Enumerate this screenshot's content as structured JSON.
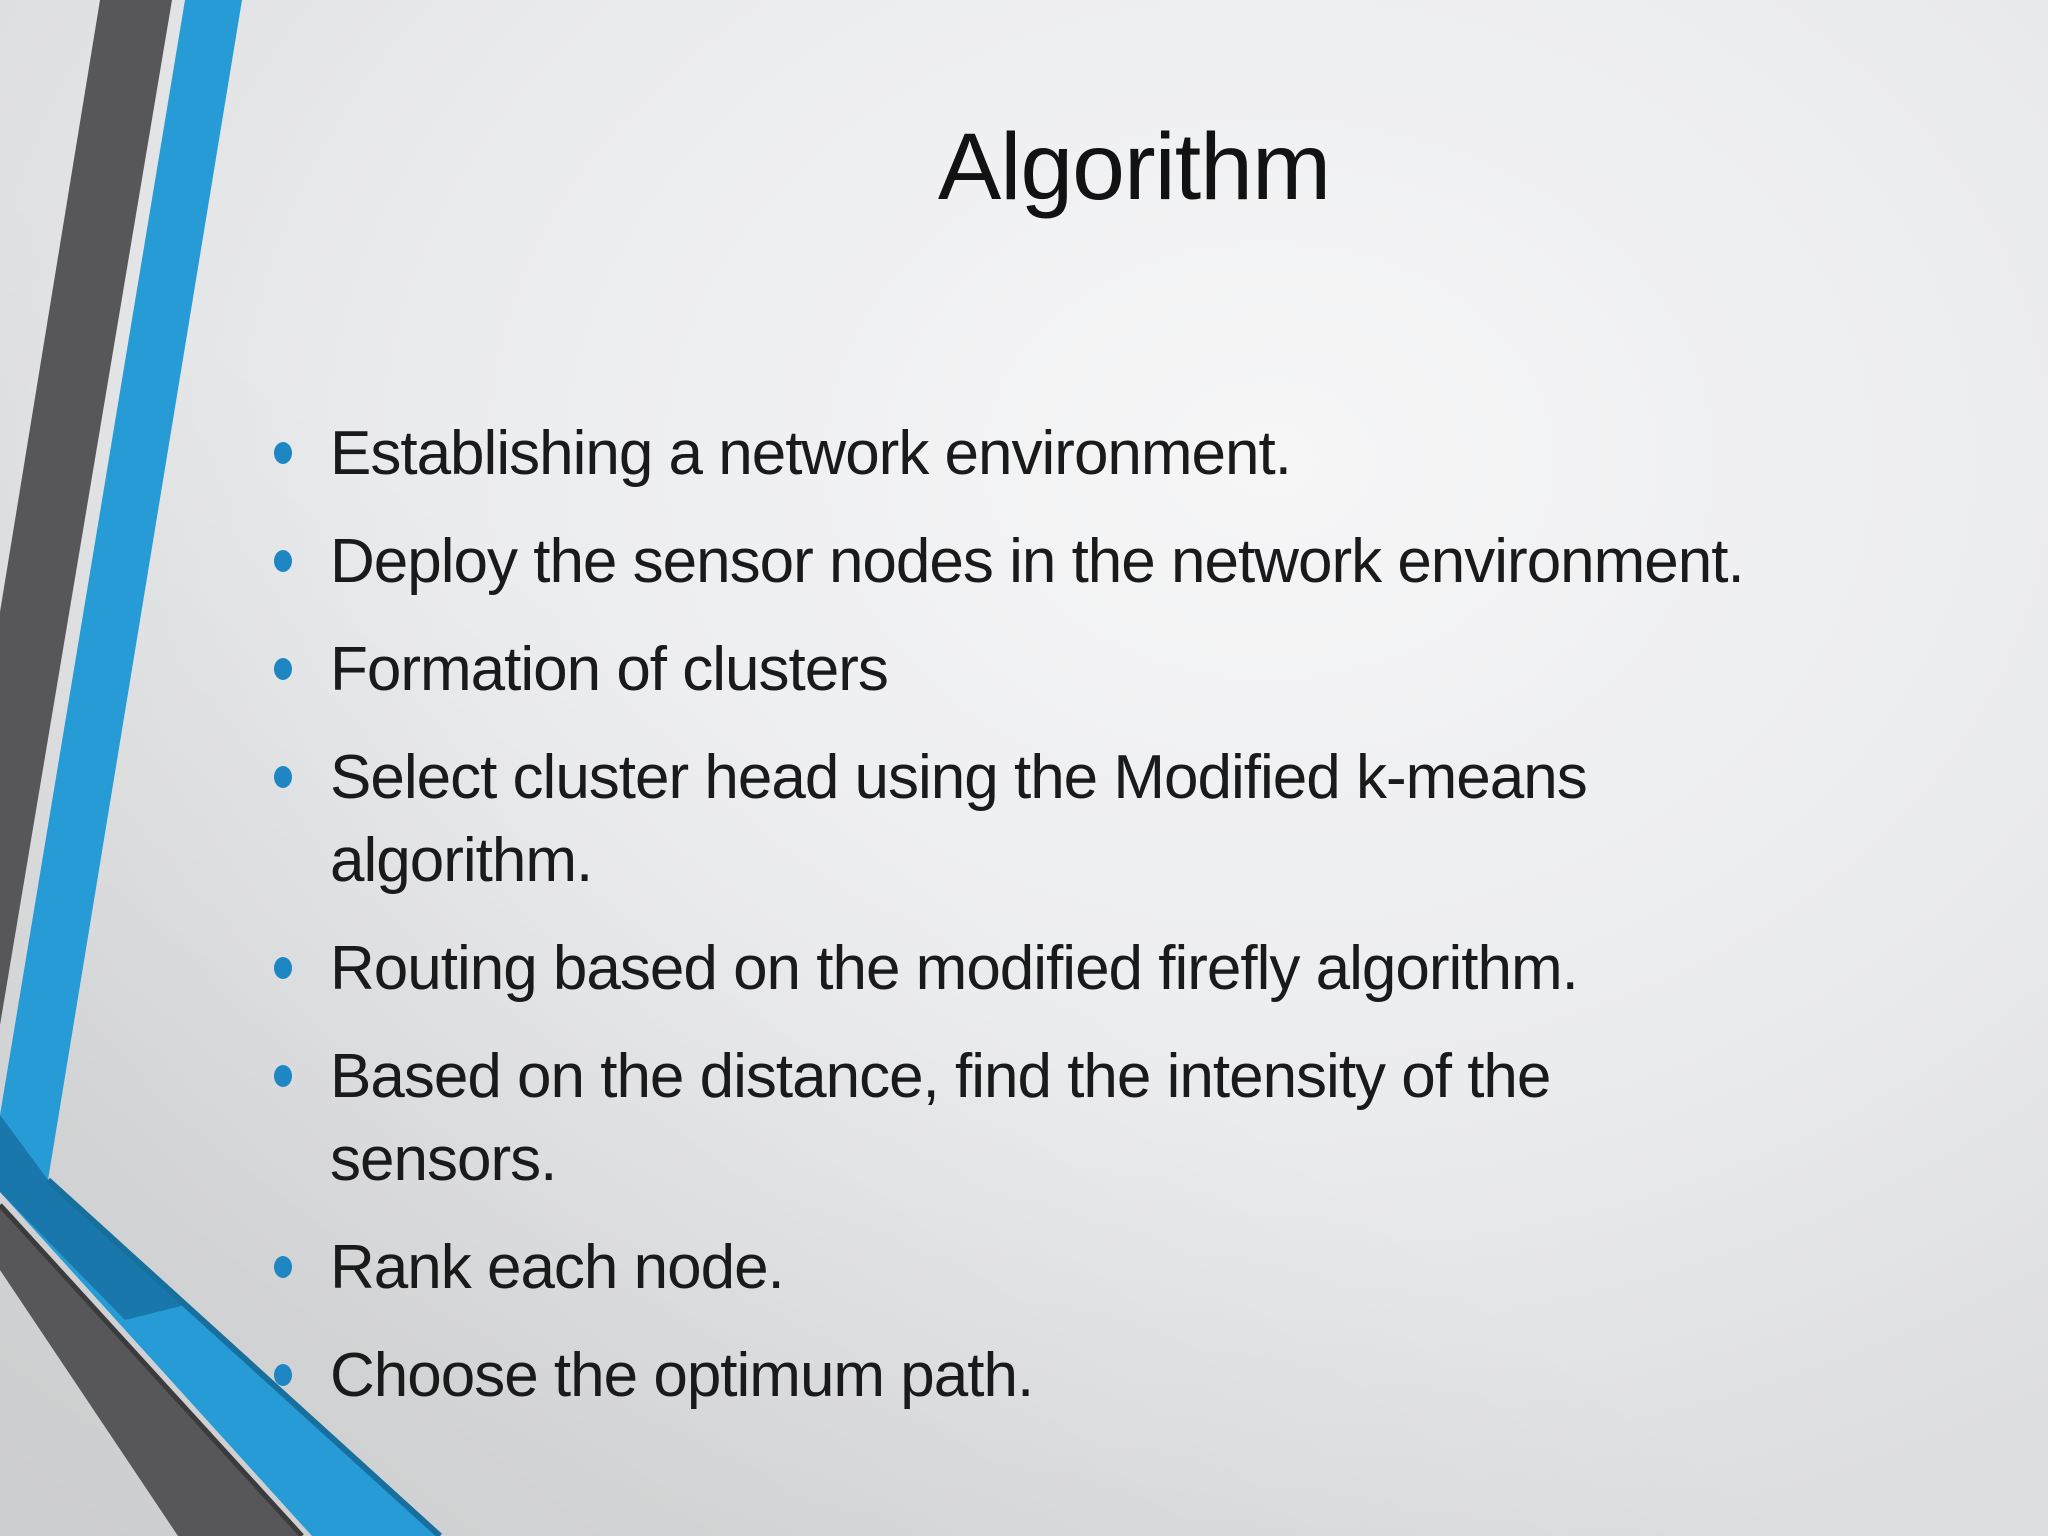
{
  "slide": {
    "title": "Algorithm",
    "bullets": [
      "Establishing a network environment.",
      "Deploy the sensor nodes in the network environment.",
      "Formation of clusters",
      "Select cluster head using the Modified k-means\nalgorithm.",
      "Routing based on the modified firefly algorithm.",
      "Based on the distance, find the intensity of the\nsensors.",
      "Rank each node.",
      "Choose the optimum path."
    ],
    "colors": {
      "background_light": "#f6f6f7",
      "background_dark": "#dcddde",
      "ribbon_gray": "#57575a",
      "ribbon_gray_edge": "#3b3b3d",
      "ribbon_blue": "#279bd6",
      "ribbon_blue_fold": "#1a77ab",
      "ribbon_blue_edge": "#176f9e",
      "bullet_dot": "#1e86c2",
      "text": "#1a1a1a"
    }
  }
}
